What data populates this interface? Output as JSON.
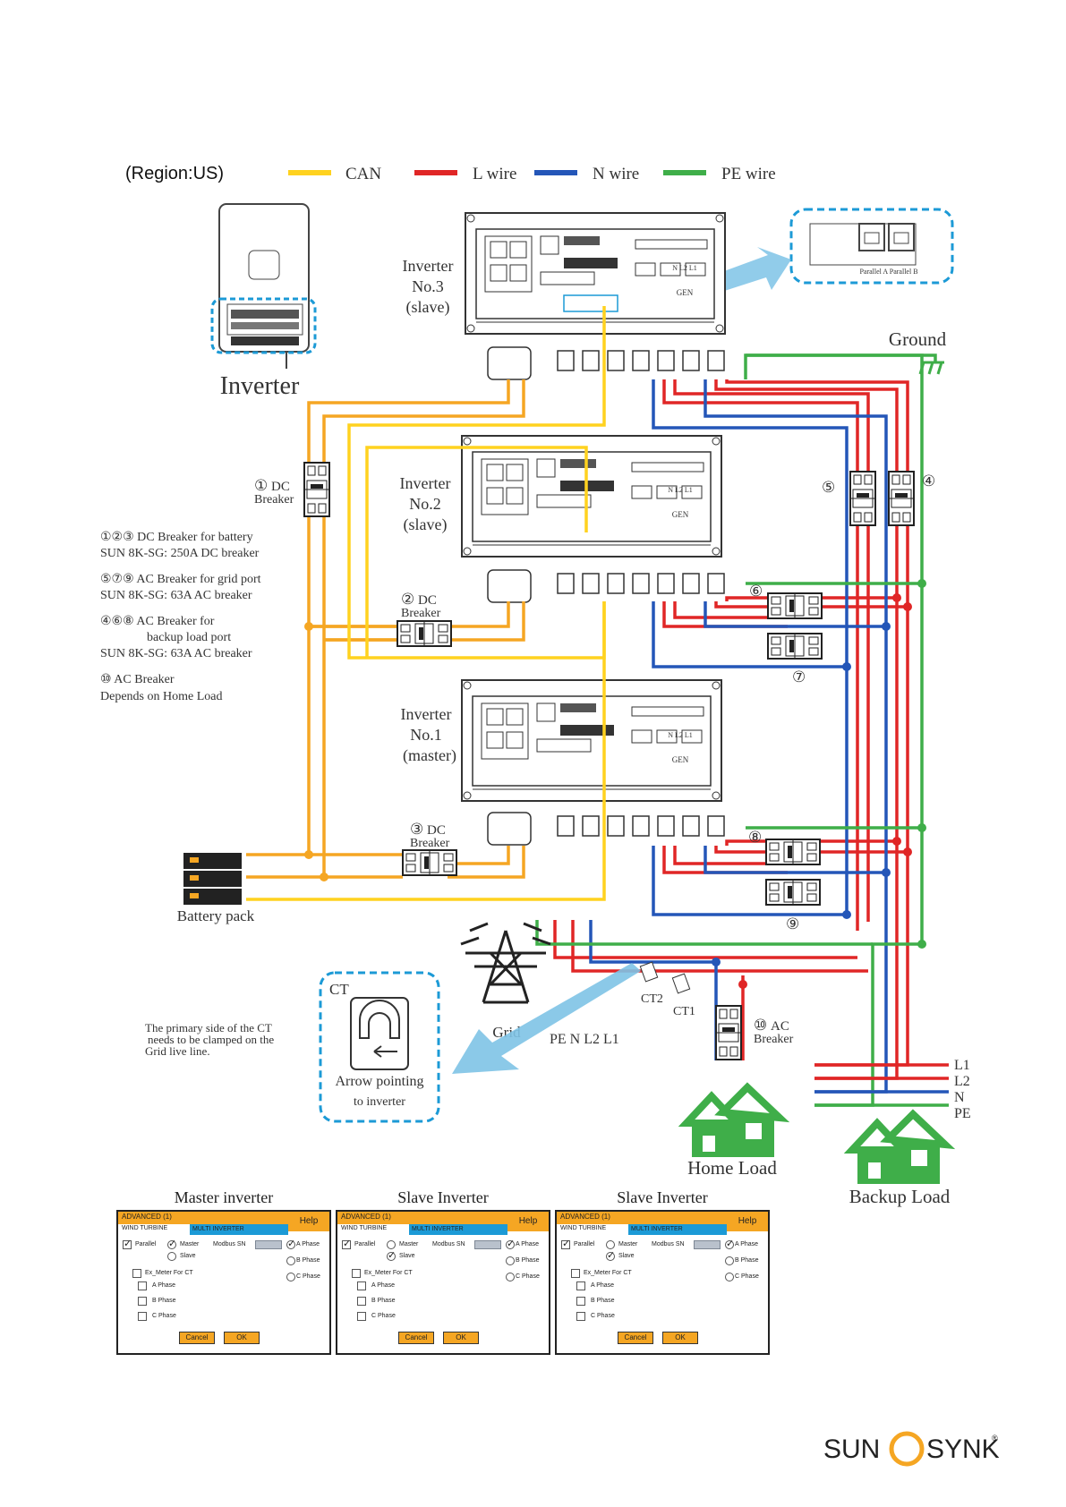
{
  "region": "(Region:US)",
  "legend": [
    {
      "label": "CAN",
      "color": "#ffd21f"
    },
    {
      "label": "L wire",
      "color": "#e02626"
    },
    {
      "label": "N wire",
      "color": "#2456b8"
    },
    {
      "label": "PE wire",
      "color": "#3fae49"
    }
  ],
  "colors": {
    "orange": "#f5a623",
    "yellow": "#ffd21f",
    "red": "#e02626",
    "blue": "#2456b8",
    "green": "#3fae49",
    "dashed_blue": "#1c9ad6",
    "house_green": "#3fae49",
    "arrow": "#7ec3e6"
  },
  "inverter_product_label": "Inverter",
  "inverters": [
    {
      "name": "Inverter",
      "no": "No.3",
      "role": "(slave)"
    },
    {
      "name": "Inverter",
      "no": "No.2",
      "role": "(slave)"
    },
    {
      "name": "Inverter",
      "no": "No.1",
      "role": "(master)"
    }
  ],
  "parallel_port_label": "Parallel A  Parallel B",
  "terminal_labels": {
    "n_l2_l1": "N  L2 L1",
    "gen": "GEN"
  },
  "ground_label": "Ground",
  "dc_breakers": [
    {
      "num": "①",
      "label": "DC",
      "label2": "Breaker"
    },
    {
      "num": "②",
      "label": "DC",
      "label2": "Breaker"
    },
    {
      "num": "③",
      "label": "DC",
      "label2": "Breaker"
    }
  ],
  "breaker_numbers": {
    "n4": "④",
    "n5": "⑤",
    "n6": "⑥",
    "n7": "⑦",
    "n8": "⑧",
    "n9": "⑨"
  },
  "notes": [
    {
      "lines": [
        "①②③ DC Breaker for battery",
        "SUN 8K-SG: 250A DC breaker"
      ]
    },
    {
      "lines": [
        "⑤⑦⑨ AC Breaker for grid port",
        "SUN 8K-SG: 63A AC breaker"
      ]
    },
    {
      "lines": [
        "④⑥⑧ AC Breaker for",
        "backup load port",
        "SUN 8K-SG: 63A AC breaker"
      ]
    },
    {
      "lines": [
        "⑩ AC Breaker",
        "Depends on Home Load"
      ]
    }
  ],
  "battery_label": "Battery pack",
  "grid_label": "Grid",
  "grid_wires_label": "PE N L2 L1",
  "ct_labels": {
    "ct1": "CT1",
    "ct2": "CT2"
  },
  "ac_breaker10": {
    "num": "⑩",
    "label": "AC",
    "label2": "Breaker"
  },
  "ct_box": {
    "title": "CT",
    "line1": "Arrow pointing",
    "line2": "to inverter"
  },
  "ct_note": [
    "The primary side of the CT",
    "needs to be clamped on the",
    "Grid live line."
  ],
  "load_lines": [
    "L1",
    "L2",
    "N",
    "PE"
  ],
  "home_load_label": "Home Load",
  "backup_load_label": "Backup Load",
  "panels": [
    {
      "title": "Master inverter",
      "header": "ADVANCED (1)",
      "help": "Help",
      "tab1": "WIND TURBINE",
      "tab2": "MULTI INVERTER",
      "parallel": "Parallel",
      "master": "Master",
      "slave": "Slave",
      "modbus": "Modbus SN",
      "a_phase": "A Phase",
      "b_phase": "B Phase",
      "c_phase": "C Phase",
      "ex_meter": "Ex_Meter For CT",
      "cancel": "Cancel",
      "ok": "OK",
      "selected_role": "Master"
    },
    {
      "title": "Slave Inverter",
      "header": "ADVANCED (1)",
      "help": "Help",
      "tab1": "WIND TURBINE",
      "tab2": "MULTI INVERTER",
      "parallel": "Parallel",
      "master": "Master",
      "slave": "Slave",
      "modbus": "Modbus SN",
      "a_phase": "A Phase",
      "b_phase": "B Phase",
      "c_phase": "C Phase",
      "ex_meter": "Ex_Meter For CT",
      "cancel": "Cancel",
      "ok": "OK",
      "selected_role": "Slave"
    },
    {
      "title": "Slave Inverter",
      "header": "ADVANCED (1)",
      "help": "Help",
      "tab1": "WIND TURBINE",
      "tab2": "MULTI INVERTER",
      "parallel": "Parallel",
      "master": "Master",
      "slave": "Slave",
      "modbus": "Modbus SN",
      "a_phase": "A Phase",
      "b_phase": "B Phase",
      "c_phase": "C Phase",
      "ex_meter": "Ex_Meter For CT",
      "cancel": "Cancel",
      "ok": "OK",
      "selected_role": "Slave"
    }
  ],
  "brand": {
    "left": "SUN",
    "right": "SYNK",
    "reg": "®"
  }
}
